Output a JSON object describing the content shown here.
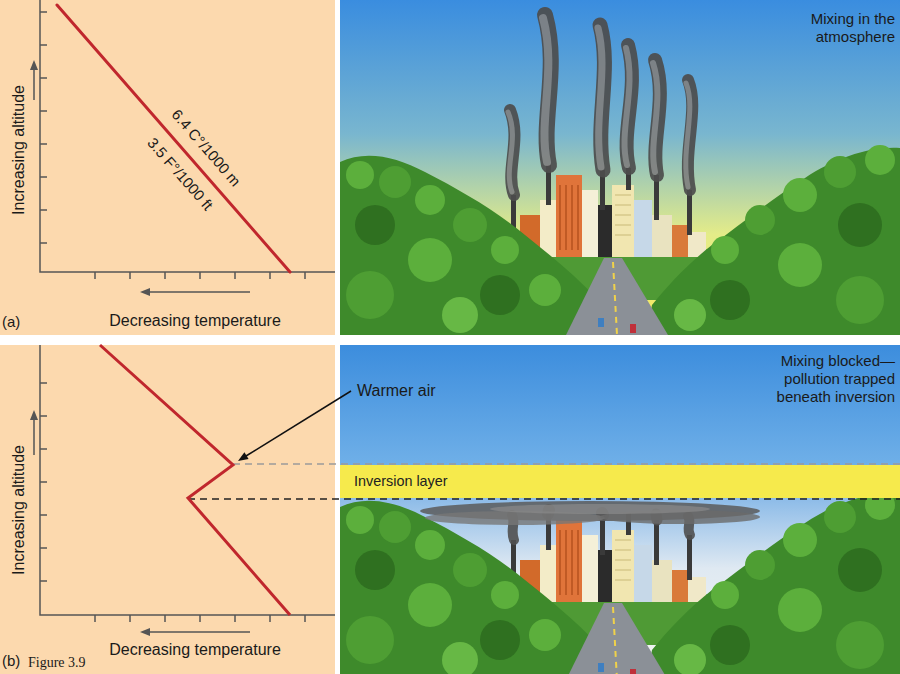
{
  "diagram": {
    "caption": "Figure 3.9",
    "nodes": [
      {
        "text": [
          "Inversion layer"
        ]
      }
    ],
    "labels": [
      "Increasing altitude",
      "6.4 C°/1000 m",
      "3.5 F°/1000 ft",
      "Decreasing temperature",
      "(a)",
      "Mixing in the atmosphere",
      "Warmer air",
      "Mixing blocked— pollution trapped beneath inversion",
      "Increasing altitude",
      "Decreasing temperature",
      "(b)"
    ]
  }
}
